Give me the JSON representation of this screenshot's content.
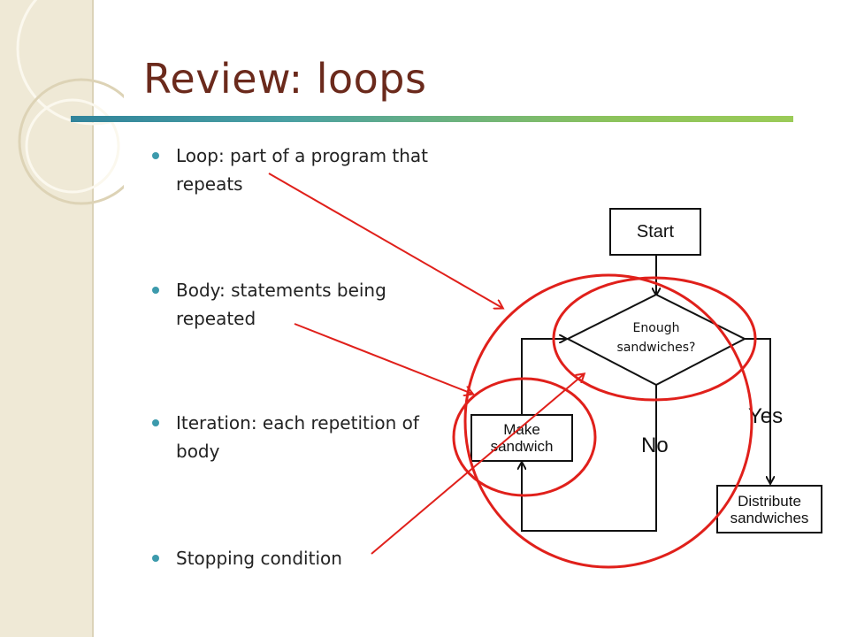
{
  "slide": {
    "title": "Review: loops",
    "accent_colors": {
      "title": "#6b2a1c",
      "bullet": "#3c9aac",
      "annotation": "#e0201b",
      "bar_start": "#31849b",
      "bar_end": "#9bcb58"
    },
    "bullets": [
      {
        "text": "Loop: part of a program that repeats"
      },
      {
        "text": "Body: statements being repeated"
      },
      {
        "text": "Iteration: each repetition of body"
      },
      {
        "text": "Stopping condition"
      }
    ]
  },
  "flowchart": {
    "start": "Start",
    "decision": "Enough sandwiches?",
    "make": "Make sandwich",
    "distribute": "Distribute sandwiches",
    "yes": "Yes",
    "no": "No"
  }
}
